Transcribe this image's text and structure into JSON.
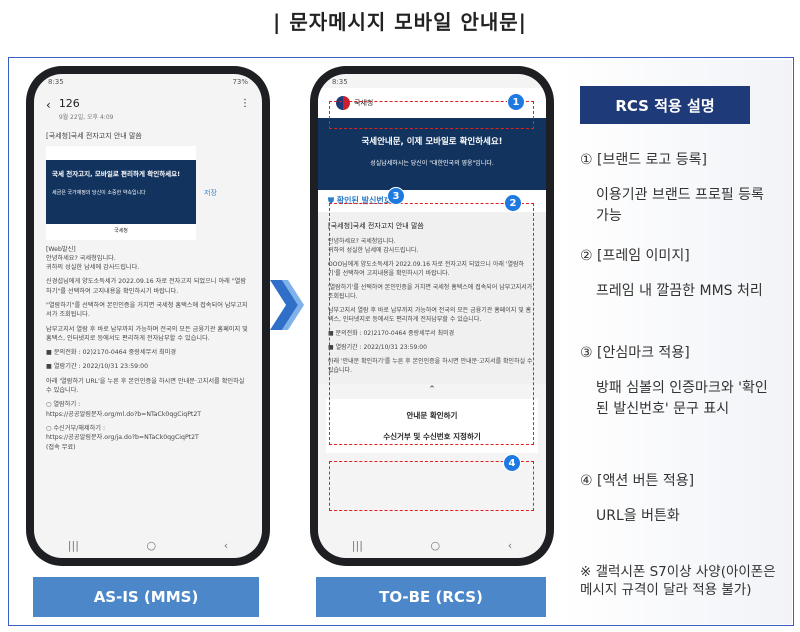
{
  "title": "| 문자메시지 모바일 안내문|",
  "left": {
    "label": "AS-IS (MMS)",
    "status_time": "8:35",
    "status_right": "73%",
    "sender": "126",
    "date": "9월 22일, 오후 4:09",
    "msg_title": "[국세청]국세 전자고지 안내 말씀",
    "banner_text": "국세 전자고지, 모바일로 편리하게 확인하세요!",
    "banner_sub": "세금은 국가재정의 당신이 소중한 약속입니다",
    "save": "저장",
    "logo": "국세청",
    "paras": [
      "[Web발신]\n안녕하세요? 국세청입니다.\n귀하의 성실한 납세에 감사드립니다.",
      "신경섭님에게 양도소득세가 2022.09.16 자로 전자고지 되었으니 아래 \"열람하기\"를 선택하여 고지내용을 확인하시기 바랍니다.",
      "\"열람하기\"를 선택하여 본인인증을 거치면 국세청 홈택스에 접속되어 납부고지서가 조회됩니다.",
      "납부고지서 열람 후 바로 납부까지 가능하며 전국의 모든 금융기관 홈페이지 및 홈택스, 인터넷지로 등에서도 편리하게 전자납부할 수 있습니다.",
      "■ 문의전화 : 02)2170-0464 중랑세무서 최미경",
      "■ 열람기간 : 2022/10/31 23:59:00",
      "아래 '열람하기 URL'을 누른 후 본인인증을 하시면 안내문·고지서를 확인하실 수 있습니다.",
      "○ 열람하기 :\nhttps://공공알림문자.org/ml.do?b=NTaCk0qgCiqPt2T",
      "○ 수신거부/해제하기 :\nhttps://공공알림문자.org/ja.do?b=NTaCk0qgCiqPt2T\n(접속 무료)"
    ]
  },
  "right": {
    "label": "TO-BE (RCS)",
    "status_time": "8:35",
    "logo": "국세청",
    "banner_title": "국세안내문, 이제 모바일로 확인하세요!",
    "banner_sub": "성실납세하시는 당신이 \"대한민국의 영웅\"입니다.",
    "verified": "확인된 발신번호",
    "msg_title": "[국세청]국세 전자고지 안내 말씀",
    "paras": [
      "안녕하세요? 국세청입니다.\n귀하의 성실한 납세에 감사드립니다.",
      "OOO님에게 양도소득세가 2022.09.16 자로 전자고지 되었으니 아래 '열람하기'를 선택하여 고지내용을 확인하시기 바랍니다.",
      "'열람하기'를 선택하여 본인인증을 거치면 국세청 홈택스에 접속되어 납부고지서가 조회됩니다.",
      "납부고지서 열람 후 바로 납부까지 가능하여 전국의 모든 금융기관 홈페이지 및 홈택스, 인터넷지로 등에서도 편리하게 전자납부할 수 있습니다.",
      "■ 문의전화 : 02)2170-0464 중랑세무서 최미경",
      "■ 열람기간 : 2022/10/31 23:59:00",
      "아래 '안내문 확인하기'를 누른 후 본인인증을 하시면 안내문·고지서를 확인하실 수 있습니다."
    ],
    "button1": "안내문 확인하기",
    "button2": "수신거부 및 수신번호 지정하기",
    "badges": [
      "1",
      "2",
      "3",
      "4"
    ]
  },
  "panel": {
    "header": "RCS 적용 설명",
    "items": [
      {
        "title": "① [브랜드 로고 등록]",
        "desc": "이용기관 브랜드 프로필 등록 가능"
      },
      {
        "title": "② [프레임 이미지]",
        "desc": "프레임 내 깔끔한 MMS 처리"
      },
      {
        "title": "③ [안심마크 적용]",
        "desc": "방패 심볼의 인증마크와 '확인된 발신번호' 문구 표시"
      },
      {
        "title": "④ [액션 버튼 적용]",
        "desc": "URL을 버튼화"
      }
    ],
    "note": "※ 갤럭시폰 S7이상 사양(아이폰은 메시지 규격이 달라 적용 불가)"
  },
  "colors": {
    "accent": "#4b87c9",
    "navy": "#1f3a78",
    "frame": "#3b5fc0",
    "highlight": "#e02020"
  }
}
